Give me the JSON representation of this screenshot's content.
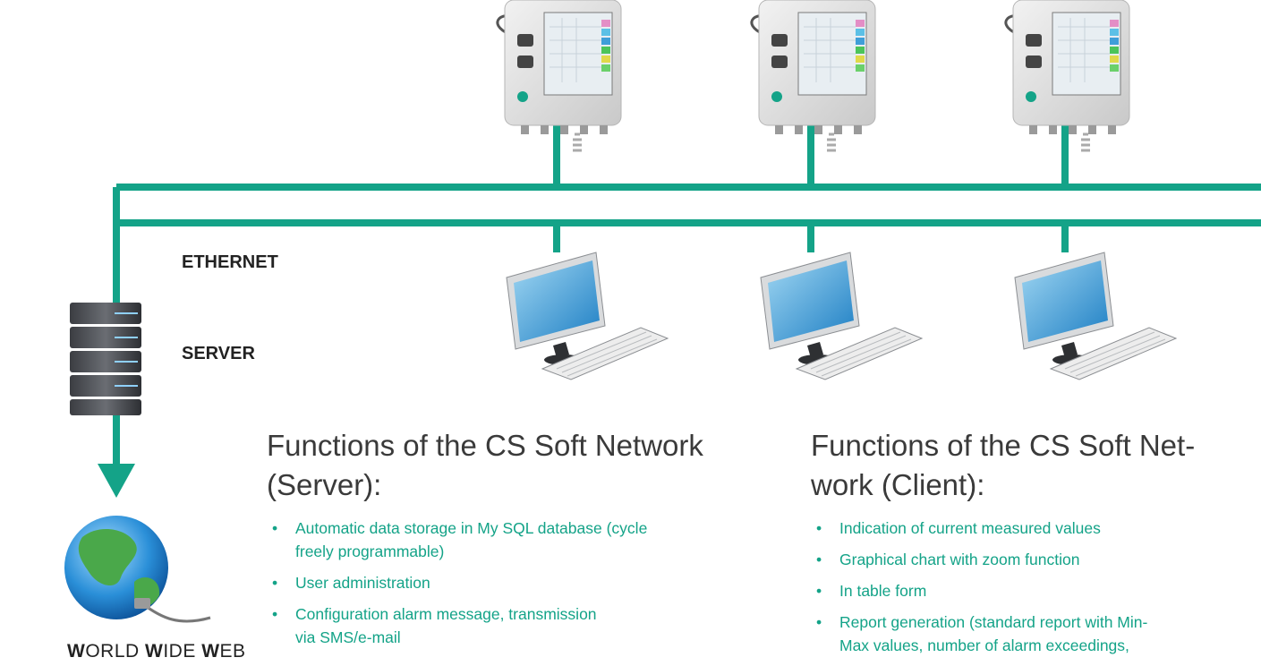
{
  "colors": {
    "network": "#14a388",
    "heading": "#3a3a3a",
    "bullet_text": "#14a388"
  },
  "labels": {
    "ethernet": "ETHERNET",
    "server": "SERVER"
  },
  "www": {
    "w1": "W",
    "r1": "ORLD ",
    "w2": "W",
    "r2": "IDE ",
    "w3": "W",
    "r3": "EB"
  },
  "server_section": {
    "title_line1": "Functions of the CS Soft Network",
    "title_line2": "(Server):",
    "items": [
      {
        "line1": "Automatic data storage in My SQL database (cycle",
        "line2": "freely programmable)"
      },
      {
        "line1": "User administration",
        "line2": ""
      },
      {
        "line1": "Configuration alarm message, transmission",
        "line2": "via SMS/e-mail"
      }
    ]
  },
  "client_section": {
    "title_line1": "Functions of the CS Soft Net-",
    "title_line2": "work (Client):",
    "items": [
      {
        "line1": "Indication of current measured values",
        "line2": ""
      },
      {
        "line1": "Graphical chart with zoom function",
        "line2": ""
      },
      {
        "line1": "In table form",
        "line2": ""
      },
      {
        "line1": "Report generation (standard report with Min-",
        "line2": "Max values, number of alarm exceedings,"
      }
    ]
  }
}
